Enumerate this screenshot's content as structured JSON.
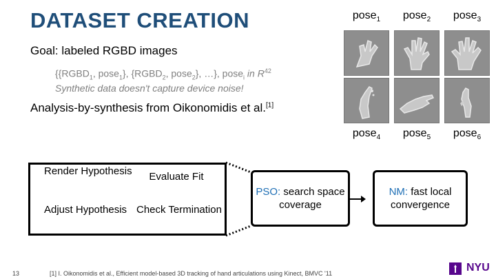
{
  "slide": {
    "title": "DATASET CREATION",
    "goal": "Goal: labeled RGBD images",
    "tuple": {
      "p1": "{{RGBD",
      "s1": "1",
      "p2": ", pose",
      "s2": "1",
      "p3": "}, {RGBD",
      "s3": "2",
      "p4": ", pose",
      "s4": "2",
      "p5": "}, …}, pose",
      "s5": "i",
      "p6": " in R",
      "sup": "42"
    },
    "note": "Synthetic data doesn't capture device noise!",
    "analysis": {
      "text": "Analysis-by-synthesis from Oikonomidis et al.",
      "ref": "[1]"
    },
    "page_number": "13",
    "footer": "[1] I. Oikonomidis et al., Efficient model-based 3D tracking of hand articulations using Kinect, BMVC '11"
  },
  "poses": [
    {
      "name": "pose",
      "sub": "1"
    },
    {
      "name": "pose",
      "sub": "2"
    },
    {
      "name": "pose",
      "sub": "3"
    },
    {
      "name": "pose",
      "sub": "4"
    },
    {
      "name": "pose",
      "sub": "5"
    },
    {
      "name": "pose",
      "sub": "6"
    }
  ],
  "loop": {
    "render": "Render Hypothesis",
    "evaluate": "Evaluate Fit",
    "adjust": "Adjust Hypothesis",
    "check": "Check Termination"
  },
  "pso": {
    "name": "PSO:",
    "rest": " search space coverage"
  },
  "nm": {
    "name": "NM:",
    "rest": " fast local convergence"
  },
  "logo": {
    "text": "NYU"
  },
  "colors": {
    "title": "#1f4e79",
    "highlight": "#1f6fb5",
    "brand": "#57068c"
  }
}
